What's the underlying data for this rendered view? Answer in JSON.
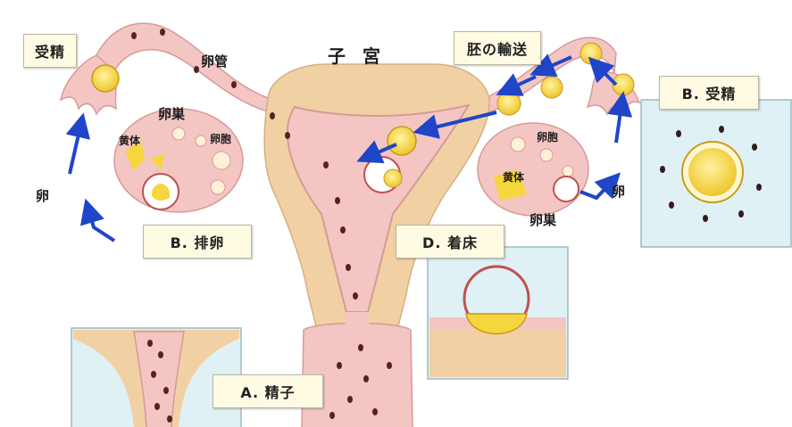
{
  "title": "子 宮",
  "labels": {
    "oviduct": "卵管",
    "ovary_left": "卵巣",
    "ovary_right": "卵巣",
    "corpus_left": "黄体",
    "corpus_right": "黄体",
    "follicle_left": "卵胞",
    "follicle_right": "卵胞",
    "egg_left": "卵",
    "egg_right": "卵"
  },
  "boxes": {
    "fertilization_left": "受精",
    "embryo_transport": "胚の輸送",
    "fertilization_detail": "B. 受精",
    "ovulation": "B. 排卵",
    "implantation": "D. 着床",
    "sperm": "A. 精子"
  },
  "colors": {
    "uterus_pink": "#f3c6c3",
    "uterus_outline": "#d79a96",
    "inner_tan": "#f1d1a4",
    "egg_yellow": "#f5d63c",
    "arrow_blue": "#1f45c8",
    "panel_blue": "#dff1f4",
    "label_bg": "#fffbe3"
  }
}
